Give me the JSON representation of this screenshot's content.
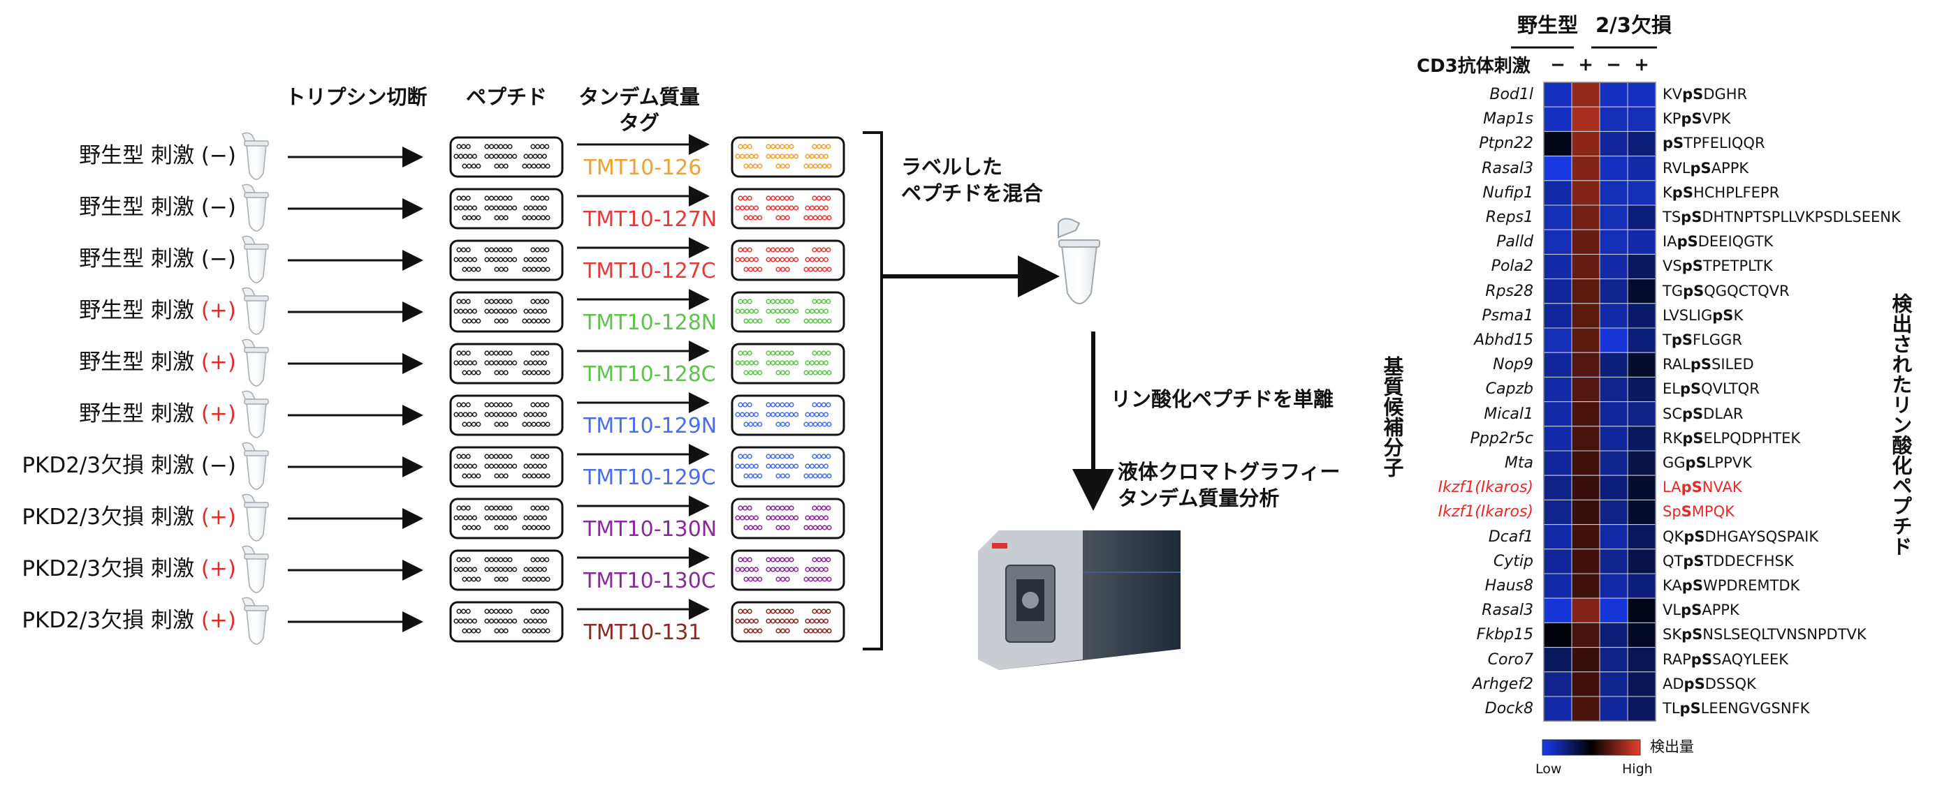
{
  "headers": {
    "trypsin": "トリプシン切断",
    "peptide": "ペプチド",
    "tmt_line1": "タンデム質量",
    "tmt_line2": "タグ"
  },
  "samples": [
    {
      "genotype": "野生型",
      "stim": "刺激",
      "sign": "(−)",
      "positive": false
    },
    {
      "genotype": "野生型",
      "stim": "刺激",
      "sign": "(−)",
      "positive": false
    },
    {
      "genotype": "野生型",
      "stim": "刺激",
      "sign": "(−)",
      "positive": false
    },
    {
      "genotype": "野生型",
      "stim": "刺激",
      "sign": "(+)",
      "positive": true
    },
    {
      "genotype": "野生型",
      "stim": "刺激",
      "sign": "(+)",
      "positive": true
    },
    {
      "genotype": "野生型",
      "stim": "刺激",
      "sign": "(+)",
      "positive": true
    },
    {
      "genotype": "PKD2/3欠損",
      "stim": "刺激",
      "sign": "(−)",
      "positive": false
    },
    {
      "genotype": "PKD2/3欠損",
      "stim": "刺激",
      "sign": "(+)",
      "positive": true
    },
    {
      "genotype": "PKD2/3欠損",
      "stim": "刺激",
      "sign": "(+)",
      "positive": true
    },
    {
      "genotype": "PKD2/3欠損",
      "stim": "刺激",
      "sign": "(+)",
      "positive": true
    }
  ],
  "tags": [
    {
      "label": "TMT10-126",
      "color": "#f0a030"
    },
    {
      "label": "TMT10-127N",
      "color": "#e53a3a"
    },
    {
      "label": "TMT10-127C",
      "color": "#e53a3a"
    },
    {
      "label": "TMT10-128N",
      "color": "#5cc44a"
    },
    {
      "label": "TMT10-128C",
      "color": "#5cc44a"
    },
    {
      "label": "TMT10-129N",
      "color": "#4a6ee8"
    },
    {
      "label": "TMT10-129C",
      "color": "#4a6ee8"
    },
    {
      "label": "TMT10-130N",
      "color": "#8a2a9a"
    },
    {
      "label": "TMT10-130C",
      "color": "#8a2a9a"
    },
    {
      "label": "TMT10-131",
      "color": "#8a2a22"
    }
  ],
  "mix_label": {
    "line1": "ラベルした",
    "line2": "ペプチドを混合"
  },
  "separation_label": "リン酸化ペプチドを単離",
  "lcms_label": {
    "line1": "液体クロマトグラフィー",
    "line2": "タンデム質量分析"
  },
  "heatmap": {
    "group_labels": [
      "野生型",
      "2/3欠損"
    ],
    "stim_label": "CD3抗体刺激",
    "stim_signs": [
      "−",
      "+",
      "−",
      "+"
    ],
    "ylabel": "基質候補分子",
    "right_label": "検出されたリン酸化ペプチド",
    "legend_title": "検出量",
    "legend_low": "Low",
    "legend_high": "High",
    "rows": [
      {
        "gene": "Bod1l",
        "pre": "KV",
        "bold": "pS",
        "post": "DGHR",
        "values": [
          0.1,
          0.82,
          0.1,
          0.1
        ],
        "highlight": false
      },
      {
        "gene": "Map1s",
        "pre": "KP",
        "bold": "pS",
        "post": "VPK",
        "values": [
          0.1,
          0.86,
          0.12,
          0.12
        ],
        "highlight": false
      },
      {
        "gene": "Ptpn22",
        "pre": "",
        "bold": "pS",
        "post": "TPFELIQQR",
        "values": [
          0.45,
          0.8,
          0.18,
          0.25
        ],
        "highlight": false
      },
      {
        "gene": "Rasal3",
        "pre": "RVL",
        "bold": "pS",
        "post": "APPK",
        "values": [
          0.03,
          0.78,
          0.1,
          0.15
        ],
        "highlight": false
      },
      {
        "gene": "Nufip1",
        "pre": "K",
        "bold": "pS",
        "post": "HCHPLFEPR",
        "values": [
          0.15,
          0.78,
          0.12,
          0.12
        ],
        "highlight": false
      },
      {
        "gene": "Reps1",
        "pre": "TS",
        "bold": "pS",
        "post": "DHTNPTSPLLVKPSDLSEENK",
        "values": [
          0.12,
          0.75,
          0.12,
          0.25
        ],
        "highlight": false
      },
      {
        "gene": "Palld",
        "pre": "IA",
        "bold": "pS",
        "post": "DEEIQGTK",
        "values": [
          0.12,
          0.72,
          0.12,
          0.15
        ],
        "highlight": false
      },
      {
        "gene": "Pola2",
        "pre": "VS",
        "bold": "pS",
        "post": "TPETPLTK",
        "values": [
          0.15,
          0.72,
          0.15,
          0.3
        ],
        "highlight": false
      },
      {
        "gene": "Rps28",
        "pre": "TG",
        "bold": "pS",
        "post": "QGQCTQVR",
        "values": [
          0.18,
          0.7,
          0.2,
          0.4
        ],
        "highlight": false
      },
      {
        "gene": "Psma1",
        "pre": "LVSLIG",
        "bold": "pS",
        "post": "K",
        "values": [
          0.18,
          0.7,
          0.15,
          0.28
        ],
        "highlight": false
      },
      {
        "gene": "Abhd15",
        "pre": "T",
        "bold": "pS",
        "post": "FLGGR",
        "values": [
          0.12,
          0.7,
          0.05,
          0.25
        ],
        "highlight": false
      },
      {
        "gene": "Nop9",
        "pre": "RAL",
        "bold": "pS",
        "post": "SILED",
        "values": [
          0.18,
          0.68,
          0.25,
          0.4
        ],
        "highlight": false
      },
      {
        "gene": "Capzb",
        "pre": "EL",
        "bold": "pS",
        "post": "QVLTQR",
        "values": [
          0.15,
          0.68,
          0.2,
          0.3
        ],
        "highlight": false
      },
      {
        "gene": "Mical1",
        "pre": "SC",
        "bold": "pS",
        "post": "DLAR",
        "values": [
          0.15,
          0.66,
          0.18,
          0.22
        ],
        "highlight": false
      },
      {
        "gene": "Ppp2r5c",
        "pre": "RK",
        "bold": "pS",
        "post": "ELPQDPHTEK",
        "values": [
          0.15,
          0.65,
          0.18,
          0.3
        ],
        "highlight": false
      },
      {
        "gene": "Mta",
        "pre": "GG",
        "bold": "pS",
        "post": "LPPVK",
        "values": [
          0.18,
          0.64,
          0.2,
          0.35
        ],
        "highlight": false
      },
      {
        "gene": "Ikzf1(Ikaros)",
        "pre": "LA",
        "bold": "pS",
        "post": "NVAK",
        "values": [
          0.22,
          0.62,
          0.25,
          0.4
        ],
        "highlight": true
      },
      {
        "gene": "Ikzf1(Ikaros)",
        "pre": "Sp",
        "bold": "S",
        "post": "MPQK",
        "values": [
          0.2,
          0.62,
          0.22,
          0.4
        ],
        "highlight": true
      },
      {
        "gene": "Dcaf1",
        "pre": "QK",
        "bold": "pS",
        "post": "DHGAYSQSPAIK",
        "values": [
          0.15,
          0.64,
          0.15,
          0.3
        ],
        "highlight": false
      },
      {
        "gene": "Cytip",
        "pre": "QT",
        "bold": "pS",
        "post": "TDDECFHSK",
        "values": [
          0.18,
          0.64,
          0.2,
          0.35
        ],
        "highlight": false
      },
      {
        "gene": "Haus8",
        "pre": "KA",
        "bold": "pS",
        "post": "WPDREMTDK",
        "values": [
          0.15,
          0.64,
          0.15,
          0.25
        ],
        "highlight": false
      },
      {
        "gene": "Rasal3",
        "pre": "VL",
        "bold": "pS",
        "post": "APPK",
        "values": [
          0.05,
          0.78,
          0.05,
          0.45
        ],
        "highlight": false
      },
      {
        "gene": "Fkbp15",
        "pre": "SK",
        "bold": "pS",
        "post": "NSLSEQLTVNSNPDTVK",
        "values": [
          0.48,
          0.65,
          0.25,
          0.42
        ],
        "highlight": false
      },
      {
        "gene": "Coro7",
        "pre": "RAP",
        "bold": "pS",
        "post": "SAQYLEEK",
        "values": [
          0.3,
          0.62,
          0.22,
          0.32
        ],
        "highlight": false
      },
      {
        "gene": "Arhgef2",
        "pre": "AD",
        "bold": "pS",
        "post": "DSSQK",
        "values": [
          0.2,
          0.64,
          0.2,
          0.32
        ],
        "highlight": false
      },
      {
        "gene": "Dock8",
        "pre": "TL",
        "bold": "pS",
        "post": "LEENGVGSNFK",
        "values": [
          0.15,
          0.66,
          0.18,
          0.3
        ],
        "highlight": false
      }
    ]
  }
}
